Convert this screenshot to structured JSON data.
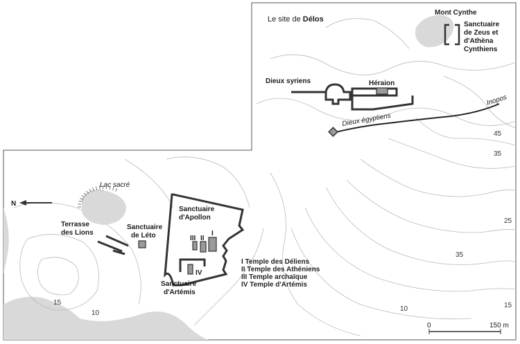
{
  "map_title": {
    "prefix": "Le site de ",
    "bold": "Délos"
  },
  "labels": {
    "mont_cynthe": "Mont Cynthe",
    "sanctuaire_zeus": [
      "Sanctuaire",
      "de Zeus et",
      "d'Athèna",
      "Cynthiens"
    ],
    "dieux_syriens": "Dieux syriens",
    "heraion": "Héraion",
    "dieux_egyptiens": "Dieux égyptiens",
    "inopos": "Inopos",
    "lac_sacre": "Lac sacré",
    "north": "N",
    "terrasse_lions": [
      "Terrasse",
      "des Lions"
    ],
    "sanctuaire_leto": [
      "Sanctuaire",
      "de Léto"
    ],
    "sanctuaire_apollon": [
      "Sanctuaire",
      "d'Apollon"
    ],
    "sanctuaire_artemis": [
      "Sanctuaire",
      "d'Artémis"
    ],
    "temple_numerals": [
      "III",
      "II",
      "I",
      "IV"
    ]
  },
  "legend": [
    "I   Temple des Déliens",
    "II  Temple des Athéniens",
    "III Temple archaïque",
    "IV Temple d'Artémis"
  ],
  "contour_values": {
    "c45": "45",
    "c35a": "35",
    "c25": "25",
    "c35b": "35",
    "c15a": "15",
    "c10a": "10",
    "c15b": "15",
    "c10b": "10"
  },
  "scale": {
    "start": "0",
    "end": "150 m"
  }
}
